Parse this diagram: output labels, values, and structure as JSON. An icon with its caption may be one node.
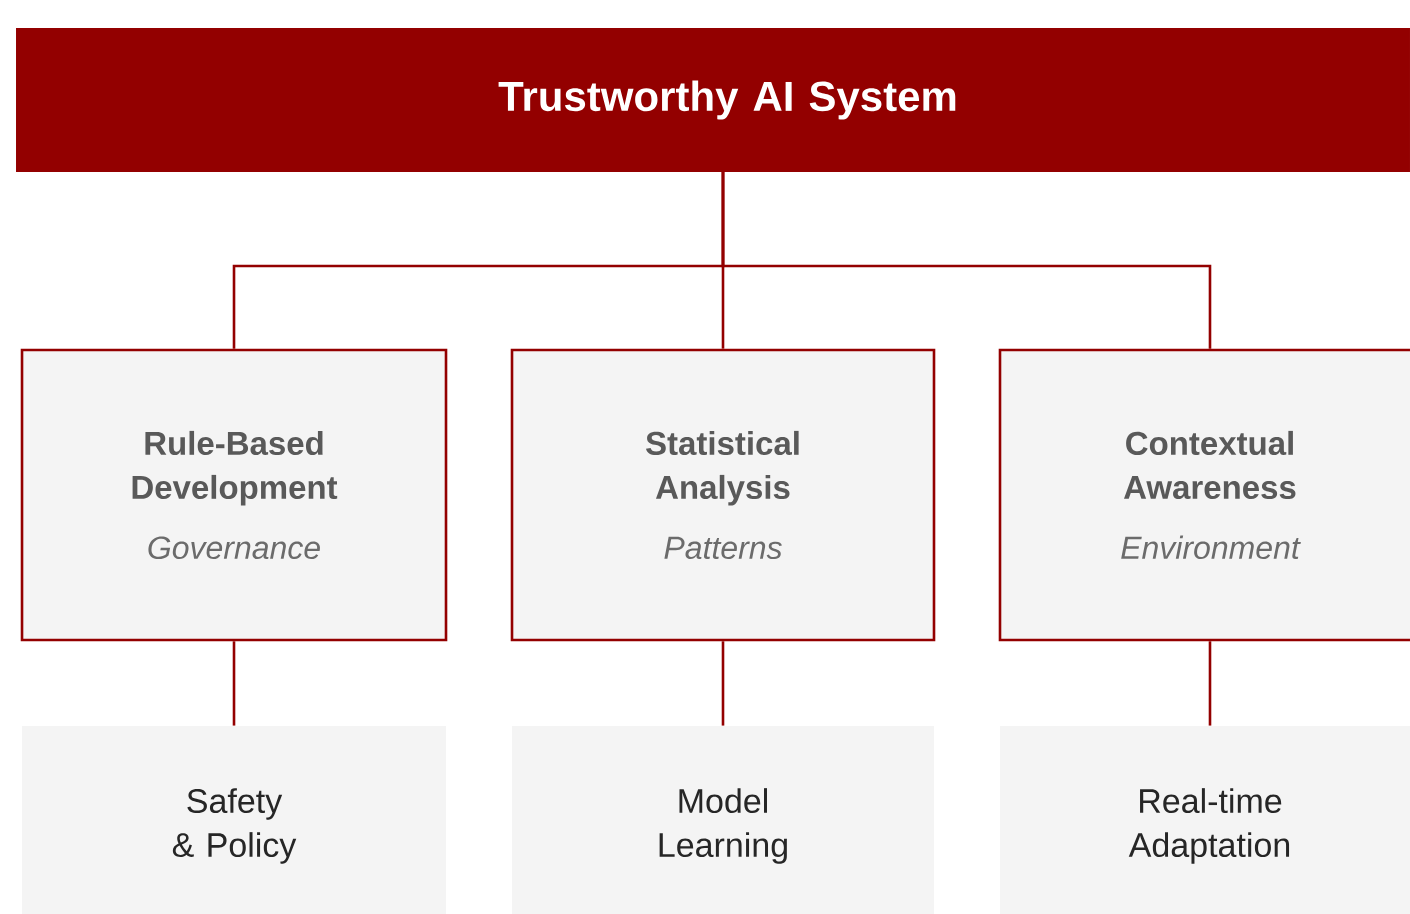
{
  "diagram": {
    "nodes": [
      {
        "text": [
          "Trustworthy AI System"
        ]
      },
      {
        "text": [
          "Rule-Based Development",
          "Governance"
        ]
      },
      {
        "text": [
          "Statistical Analysis",
          "Patterns"
        ]
      },
      {
        "text": [
          "Contextual Awareness",
          "Environment"
        ]
      },
      {
        "text": [
          "Safety & Policy"
        ]
      },
      {
        "text": [
          "Model Learning"
        ]
      },
      {
        "text": [
          "Real-time Adaptation"
        ]
      }
    ],
    "edges": [
      {
        "from": 0,
        "to": 1,
        "arrow": "none"
      },
      {
        "from": 0,
        "to": 2,
        "arrow": "none"
      },
      {
        "from": 0,
        "to": 3,
        "arrow": "none"
      },
      {
        "from": 1,
        "to": 4,
        "arrow": "none"
      },
      {
        "from": 2,
        "to": 5,
        "arrow": "none"
      },
      {
        "from": 3,
        "to": 6,
        "arrow": "none"
      }
    ]
  }
}
